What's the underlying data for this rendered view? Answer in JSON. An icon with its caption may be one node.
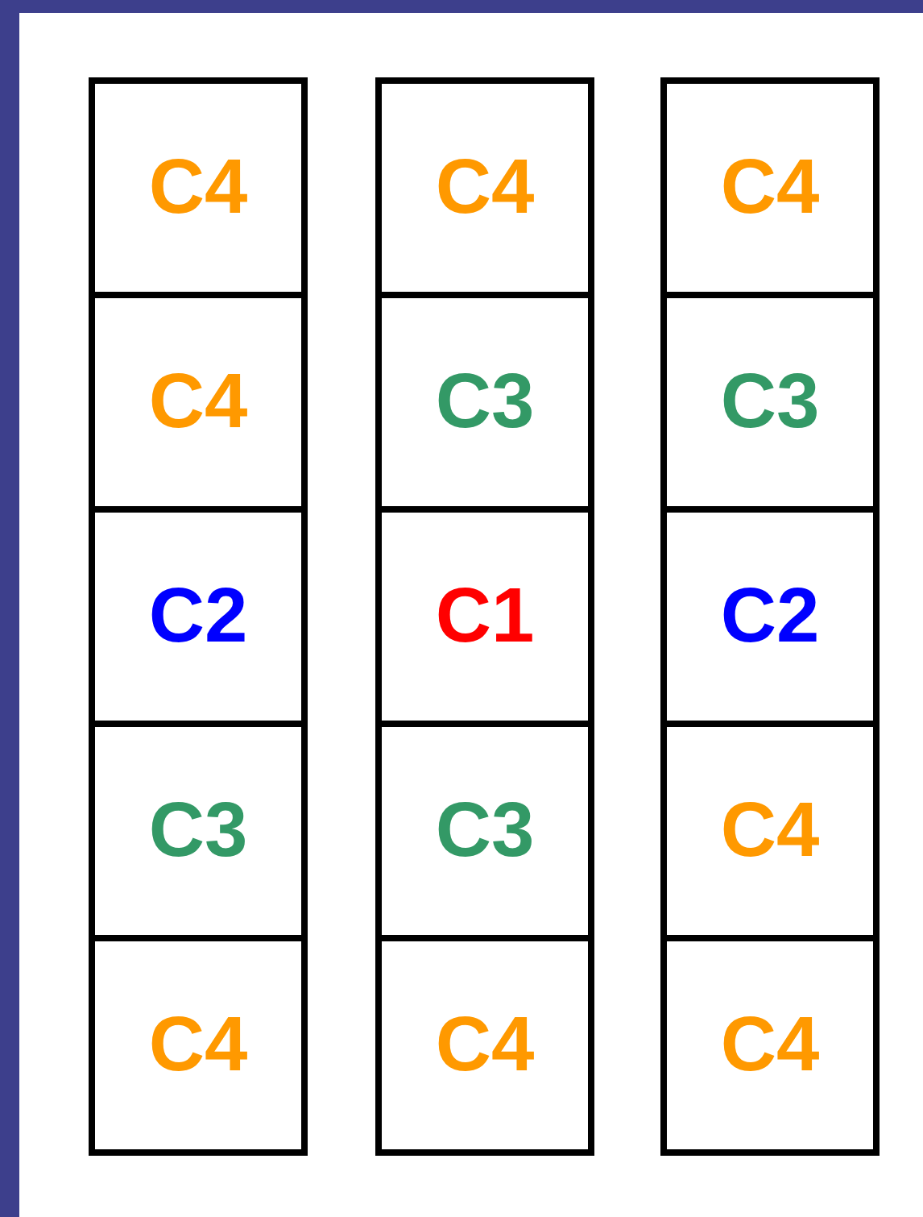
{
  "diagram": {
    "nodes": [
      {
        "text": [
          "C4"
        ]
      },
      {
        "text": [
          "C4"
        ]
      },
      {
        "text": [
          "C4"
        ]
      },
      {
        "text": [
          "C4"
        ]
      },
      {
        "text": [
          "C3"
        ]
      },
      {
        "text": [
          "C3"
        ]
      },
      {
        "text": [
          "C2"
        ]
      },
      {
        "text": [
          "C1"
        ]
      },
      {
        "text": [
          "C2"
        ]
      },
      {
        "text": [
          "C3"
        ]
      },
      {
        "text": [
          "C3"
        ]
      },
      {
        "text": [
          "C4"
        ]
      },
      {
        "text": [
          "C4"
        ]
      },
      {
        "text": [
          "C4"
        ]
      },
      {
        "text": [
          "C4"
        ]
      }
    ]
  }
}
